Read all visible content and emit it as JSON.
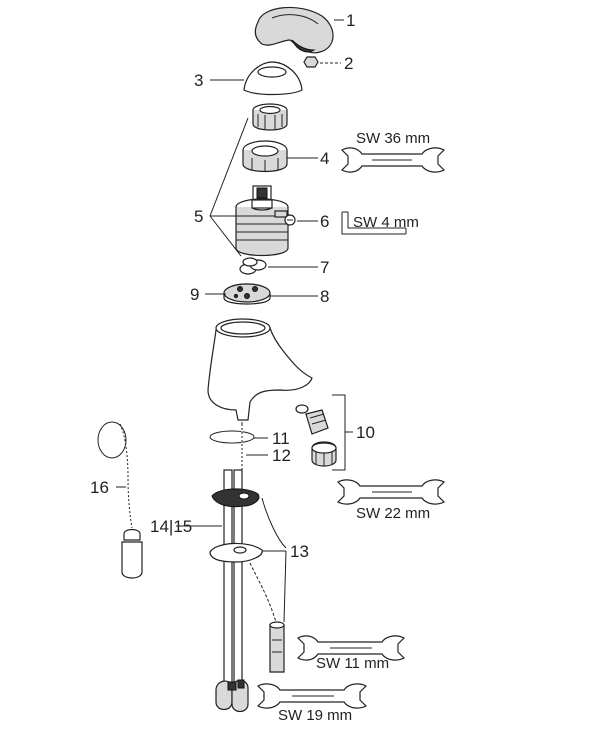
{
  "callouts": {
    "c1": "1",
    "c2": "2",
    "c3": "3",
    "c4": "4",
    "c5": "5",
    "c6": "6",
    "c7": "7",
    "c8": "8",
    "c9": "9",
    "c10": "10",
    "c11": "11",
    "c12": "12",
    "c13": "13",
    "c14_15": "14|15",
    "c16": "16"
  },
  "tools": {
    "sw36": "SW 36 mm",
    "sw4": "SW 4 mm",
    "sw22": "SW 22 mm",
    "sw11": "SW 11 mm",
    "sw19": "SW 19 mm"
  }
}
